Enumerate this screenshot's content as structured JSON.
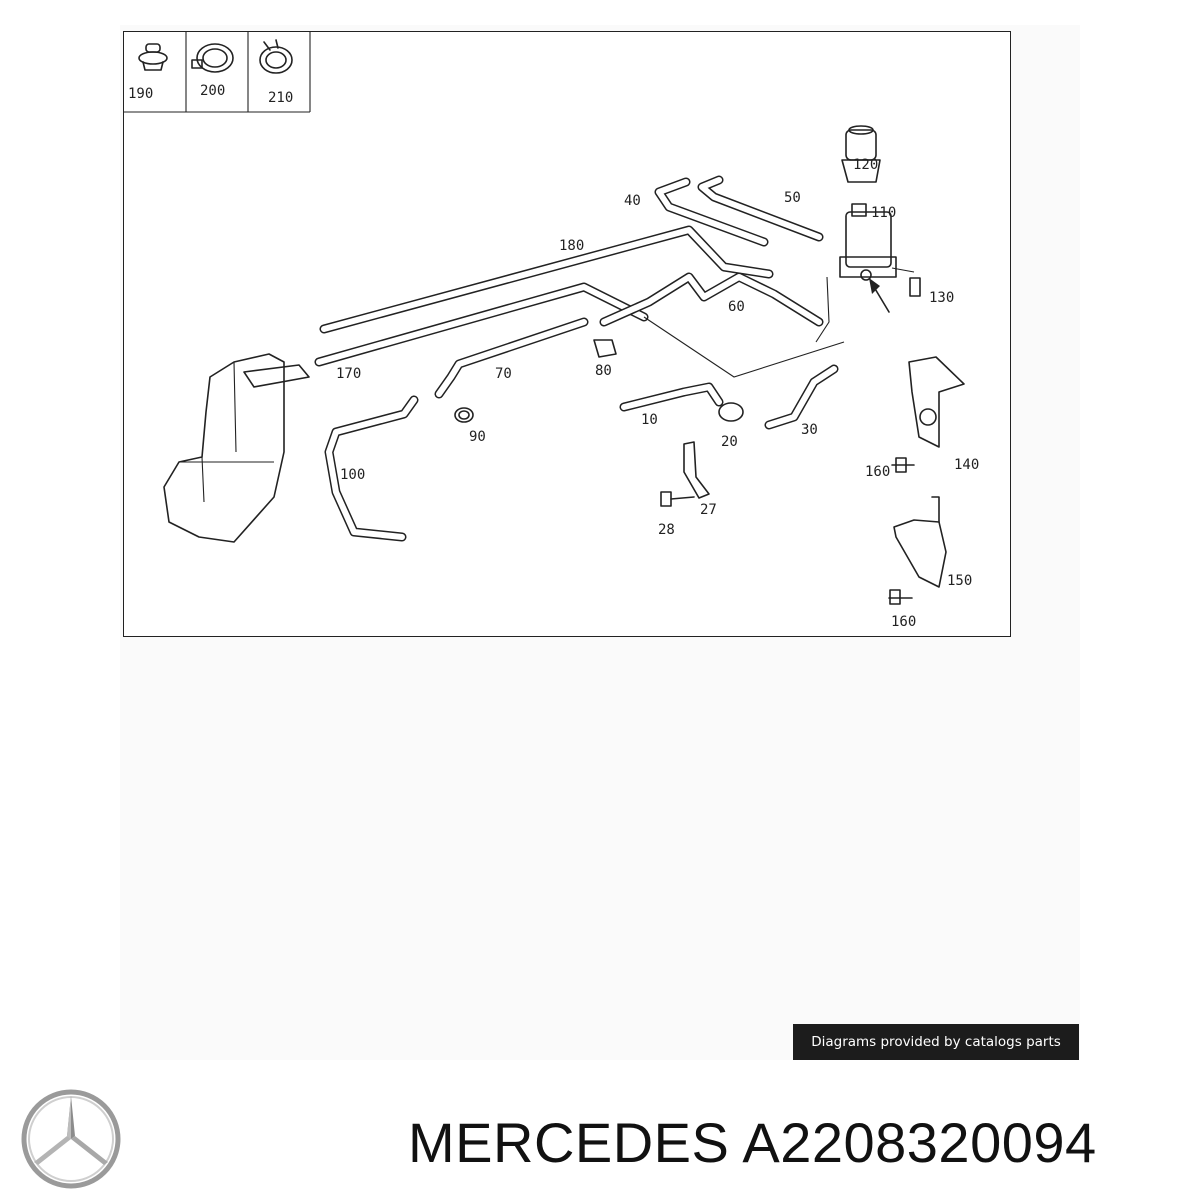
{
  "diagram": {
    "legend_parts": [
      {
        "label": "190",
        "icon": "grommet-icon"
      },
      {
        "label": "200",
        "icon": "hose-clamp-icon"
      },
      {
        "label": "210",
        "icon": "spring-clamp-icon"
      }
    ],
    "callouts": [
      "120",
      "110",
      "40",
      "50",
      "180",
      "130",
      "60",
      "170",
      "70",
      "80",
      "10",
      "30",
      "20",
      "90",
      "100",
      "160",
      "140",
      "27",
      "28",
      "150",
      "160"
    ]
  },
  "footer": {
    "credit": "Diagrams provided by catalogs parts",
    "brand_logo": "mercedes-star-logo",
    "title": "MERCEDES A2208320094"
  }
}
